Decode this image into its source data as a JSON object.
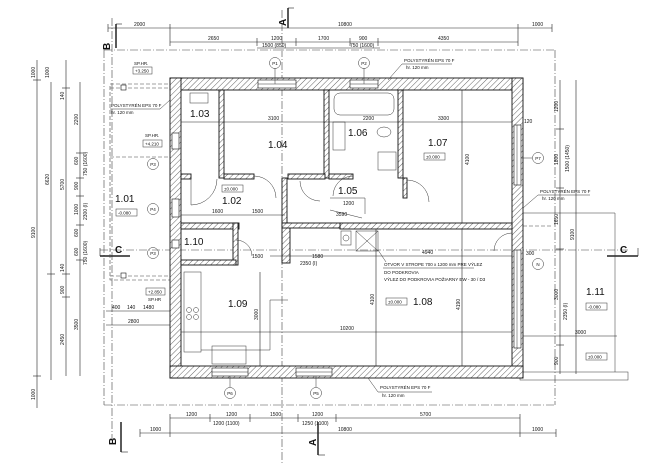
{
  "rooms": {
    "r101": {
      "number": "1.01",
      "level": "-0.080"
    },
    "r102": {
      "number": "1.02",
      "level": "±0.000"
    },
    "r103": {
      "number": "1.03"
    },
    "r104": {
      "number": "1.04"
    },
    "r105": {
      "number": "1.05"
    },
    "r106": {
      "number": "1.06"
    },
    "r107": {
      "number": "1.07",
      "level": "±0.000"
    },
    "r108": {
      "number": "1.08",
      "level": "±0.000"
    },
    "r109": {
      "number": "1.09"
    },
    "r110": {
      "number": "1.10"
    },
    "r111": {
      "number": "1.11",
      "level": "-0.080",
      "ground_level": "±0.000"
    }
  },
  "levels": {
    "top_label": "SP.HR.",
    "top_value": "+3.250",
    "mid_label": "SP.HR.",
    "mid_value": "+4.210",
    "low_label": "SP.HR",
    "low_value": "+2.850"
  },
  "insulation": {
    "title": "POLYSTYRÉN EPS 70 F",
    "thickness": "hr. 120 mm"
  },
  "opening_note": {
    "line1": "OTVOR V STROPE 700 x 1200 mm PRE VÝLEZ",
    "line2": "DO PODKROVIA",
    "line3": "VÝLEZ DO PODKROVIA POŽIARNY EW - 30 / D3"
  },
  "sections": {
    "a": "A",
    "b": "B",
    "c": "C"
  },
  "window_marks": [
    "P1",
    "P2",
    "P3",
    "P4",
    "P3",
    "P7",
    "N",
    "P6",
    "P5"
  ],
  "dims_top": {
    "row1": [
      "2000",
      "10800",
      "1000"
    ],
    "row2": [
      "2650",
      "1200",
      "1700",
      "900",
      "4350"
    ],
    "row2_sub": [
      "1500 (850)",
      "750 (1600)"
    ]
  },
  "dims_bottom": {
    "row1": [
      "1200",
      "1200",
      "1500",
      "1200",
      "5700"
    ],
    "row1_sub": [
      "1200 (1100)",
      "1250 (1100)"
    ],
    "row2": [
      "1000",
      "10800",
      "1000"
    ]
  },
  "dims_left": {
    "outer": [
      "1000",
      "9100",
      "1000"
    ],
    "second": [
      "1000",
      "6620",
      "2450"
    ],
    "third": [
      "140",
      "5700",
      "140",
      "900"
    ],
    "inner": [
      "2200",
      "600",
      "750 (1600)",
      "900",
      "1000",
      "2300 (I)",
      "600",
      "600",
      "750 (1600)",
      "3500"
    ],
    "entry": [
      "400",
      "140",
      "1480",
      "2800"
    ]
  },
  "dims_right": {
    "inner": [
      "1200",
      "1800",
      "1500 (1450)",
      "1650",
      "3000",
      "2350 (I)",
      "900"
    ],
    "outer": [
      "9100"
    ],
    "terrace": [
      "3000",
      "300",
      "120"
    ]
  },
  "dims_interior": {
    "r104_w": "3100",
    "r107_w": "3300",
    "r106_w": "2200",
    "r107_h": "4100",
    "r108_w": "10200",
    "r108_top": "4940",
    "r108_h1": "4100",
    "r108_h2": "4190",
    "r109_h": "3000",
    "r110_w": "1500",
    "r110_w2": "1580",
    "r102_w": "1600",
    "hall_w": "1500",
    "step": "2350 (I)",
    "r105_w": "1200",
    "r105_w2": "3590"
  }
}
